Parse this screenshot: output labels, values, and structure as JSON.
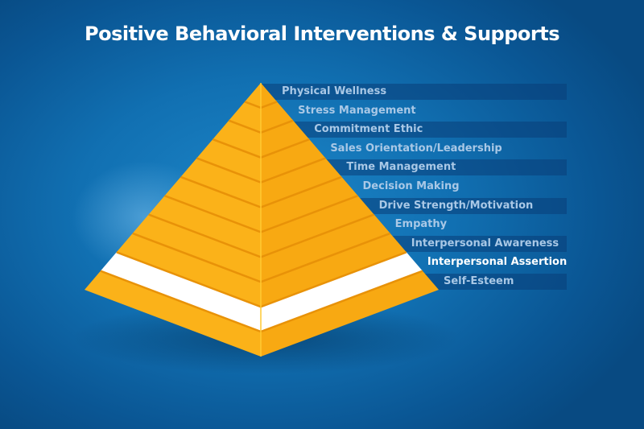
{
  "title": "Positive Behavioral Interventions & Supports",
  "highlight_index": 9,
  "colors": {
    "layer": "#fbb219",
    "layer_dark": "#e89208",
    "highlight": "#ffffff",
    "label": "#a9c8e6",
    "label_highlight": "#ffffff"
  },
  "levels": [
    {
      "label": "Physical Wellness"
    },
    {
      "label": "Stress Management"
    },
    {
      "label": "Commitment Ethic"
    },
    {
      "label": "Sales Orientation/Leadership"
    },
    {
      "label": "Time Management"
    },
    {
      "label": "Decision Making"
    },
    {
      "label": "Drive Strength/Motivation"
    },
    {
      "label": "Empathy"
    },
    {
      "label": "Interpersonal Awareness"
    },
    {
      "label": "Interpersonal Assertion"
    },
    {
      "label": "Self-Esteem"
    }
  ]
}
